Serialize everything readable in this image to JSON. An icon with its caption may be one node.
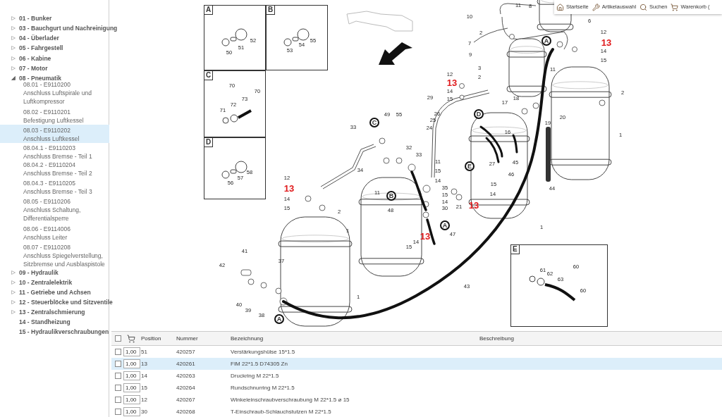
{
  "diagram": {
    "nodes": [
      {
        "text": [
          "A"
        ]
      },
      {
        "text": [
          "B"
        ]
      },
      {
        "text": [
          "C"
        ]
      },
      {
        "text": [
          "D"
        ]
      },
      {
        "text": [
          "E"
        ]
      }
    ],
    "labels": [
      "01 - Bunker",
      "03 - Bauchgurt und Nachreinigung",
      "04 - Überlader",
      "05 - Fahrgestell",
      "06 - Kabine",
      "07 - Motor",
      "08 - Pneumatik",
      "08.01 - E9110200",
      "Anschluss Luftspirale und Luftkompressor",
      "08.02 - E9110201",
      "Befestigung Luftkessel",
      "08.03 - E9110202",
      "Anschluss Luftkessel",
      "08.04.1 - E9110203",
      "Anschluss Bremse - Teil 1",
      "08.04.2 - E9110204",
      "Anschluss Bremse - Teil 2",
      "08.04.3 - E9110205",
      "Anschluss Bremse - Teil 3",
      "08.05 - E9110206",
      "Anschluss Schaltung, Differentialsperre",
      "08.06 - E9114006",
      "Anschluss Leiter",
      "08.07 - E9110208",
      "Anschluss Spiegelverstellung, Sitzbremse und Ausblaspistole",
      "09 - Hydraulik",
      "10 - Zentralelektrik",
      "11 - Getriebe und Achsen",
      "12 - Steuerblöcke und Sitzventile",
      "13 - Zentralschmierung",
      "14 - Standheizung",
      "15 - Hydraulikverschraubungen",
      "Startseite",
      "Artikelauswahl",
      "Suchen",
      "Warenkorb (",
      "11",
      "8",
      "10",
      "6",
      "2",
      "12",
      "51",
      "52",
      "54",
      "55",
      "7",
      "A",
      "13",
      "50",
      "53",
      "9",
      "14",
      "15",
      "3",
      "11",
      "12",
      "2",
      "70",
      "13",
      "70",
      "14",
      "2",
      "73",
      "29",
      "15",
      "18",
      "72",
      "17",
      "71",
      "49",
      "55",
      "26",
      "D",
      "C",
      "25",
      "19",
      "20",
      "33",
      "24",
      "16",
      "1",
      "32",
      "33",
      "11",
      "E",
      "27",
      "45",
      "58",
      "34",
      "15",
      "46",
      "56",
      "57",
      "12",
      "13",
      "14",
      "35",
      "15",
      "44",
      "11",
      "B",
      "15",
      "14",
      "14",
      "14",
      "15",
      "2",
      "48",
      "30",
      "21",
      "13",
      "1",
      "A",
      "1",
      "13",
      "47",
      "14",
      "15",
      "41",
      "37",
      "42",
      "61",
      "62",
      "60",
      "63",
      "43",
      "60",
      "1",
      "40",
      "39",
      "38",
      "A",
      "Position",
      "Nummer",
      "Bezeichnung",
      "Beschreibung",
      "1,00",
      "51",
      "420257",
      "Verstärkungshülse 15*1.5",
      "1,00",
      "13",
      "420261",
      "FIM 22*1.5 D74305 Zn",
      "1,00",
      "14",
      "420263",
      "Druckring M 22*1.5",
      "1,00",
      "15",
      "420264",
      "Rundschnurring M 22*1.5",
      "1,00",
      "12",
      "420267",
      "Winkeleinschraubverschraubung M 22*1.5 ø 15",
      "1,00",
      "30",
      "420268",
      "T-Einschraub-Schlauchstutzen M 22*1.5"
    ]
  }
}
